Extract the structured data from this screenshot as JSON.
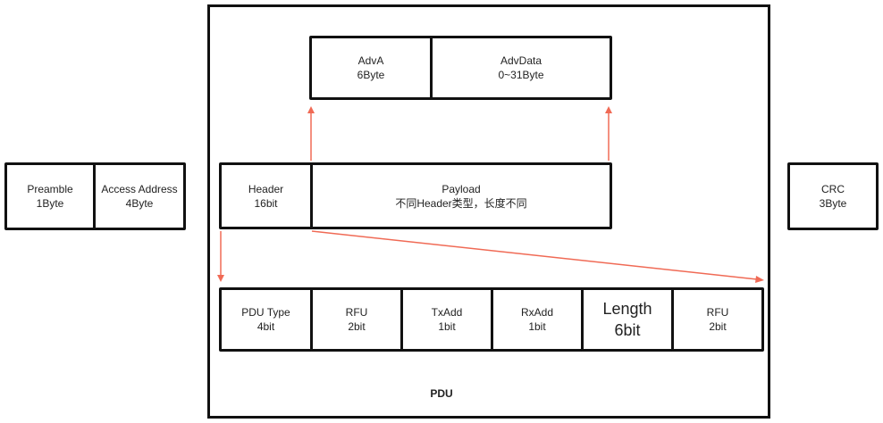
{
  "preamble": {
    "name": "Preamble",
    "size": "1Byte"
  },
  "access_address": {
    "name": "Access Address",
    "size": "4Byte"
  },
  "pdu": {
    "label": "PDU",
    "header": {
      "name": "Header",
      "size": "16bit"
    },
    "payload": {
      "name": "Payload",
      "note": "不同Header类型，长度不同"
    },
    "adv_a": {
      "name": "AdvA",
      "size": "6Byte"
    },
    "adv_data": {
      "name": "AdvData",
      "size": "0~31Byte"
    },
    "header_fields": [
      {
        "name": "PDU Type",
        "size": "4bit"
      },
      {
        "name": "RFU",
        "size": "2bit"
      },
      {
        "name": "TxAdd",
        "size": "1bit"
      },
      {
        "name": "RxAdd",
        "size": "1bit"
      },
      {
        "name": "Length",
        "size": "6bit"
      },
      {
        "name": "RFU",
        "size": "2bit"
      }
    ]
  },
  "crc": {
    "name": "CRC",
    "size": "3Byte"
  },
  "colors": {
    "arrow": "#f06a55",
    "border": "#111111"
  }
}
